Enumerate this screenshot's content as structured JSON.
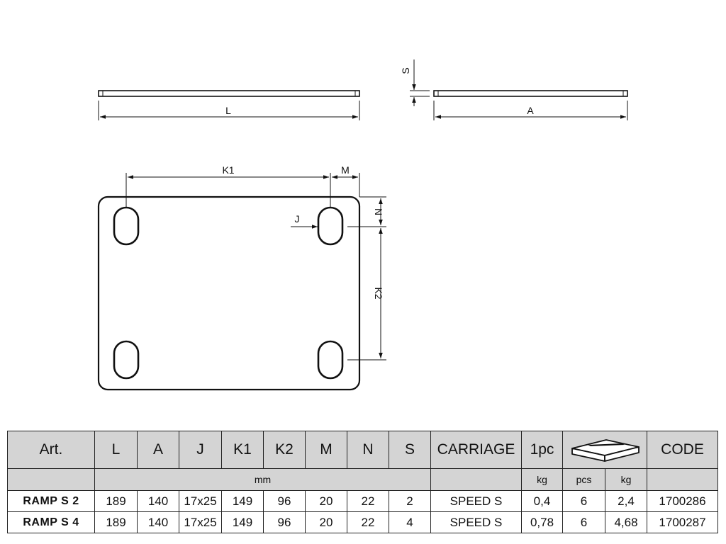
{
  "drawing": {
    "labels": {
      "L": "L",
      "A": "A",
      "S": "S",
      "K1": "K1",
      "M": "M",
      "N": "N",
      "J": "J",
      "K2": "K2"
    }
  },
  "table": {
    "headers": [
      "Art.",
      "L",
      "A",
      "J",
      "K1",
      "K2",
      "M",
      "N",
      "S",
      "CARRIAGE",
      "1pc",
      "",
      "CODE"
    ],
    "pack_icon": "carton-box-icon",
    "units": {
      "dimensions": "mm",
      "weight_1pc": "kg",
      "pack_count": "pcs",
      "pack_weight": "kg"
    },
    "rows": [
      [
        "RAMP S 2",
        "189",
        "140",
        "17x25",
        "149",
        "96",
        "20",
        "22",
        "2",
        "SPEED S",
        "0,4",
        "6",
        "2,4",
        "1700286"
      ],
      [
        "RAMP S 4",
        "189",
        "140",
        "17x25",
        "149",
        "96",
        "20",
        "22",
        "4",
        "SPEED S",
        "0,78",
        "6",
        "4,68",
        "1700287"
      ]
    ]
  },
  "colors": {
    "line": "#111111",
    "header_fill": "#d4d4d4"
  }
}
